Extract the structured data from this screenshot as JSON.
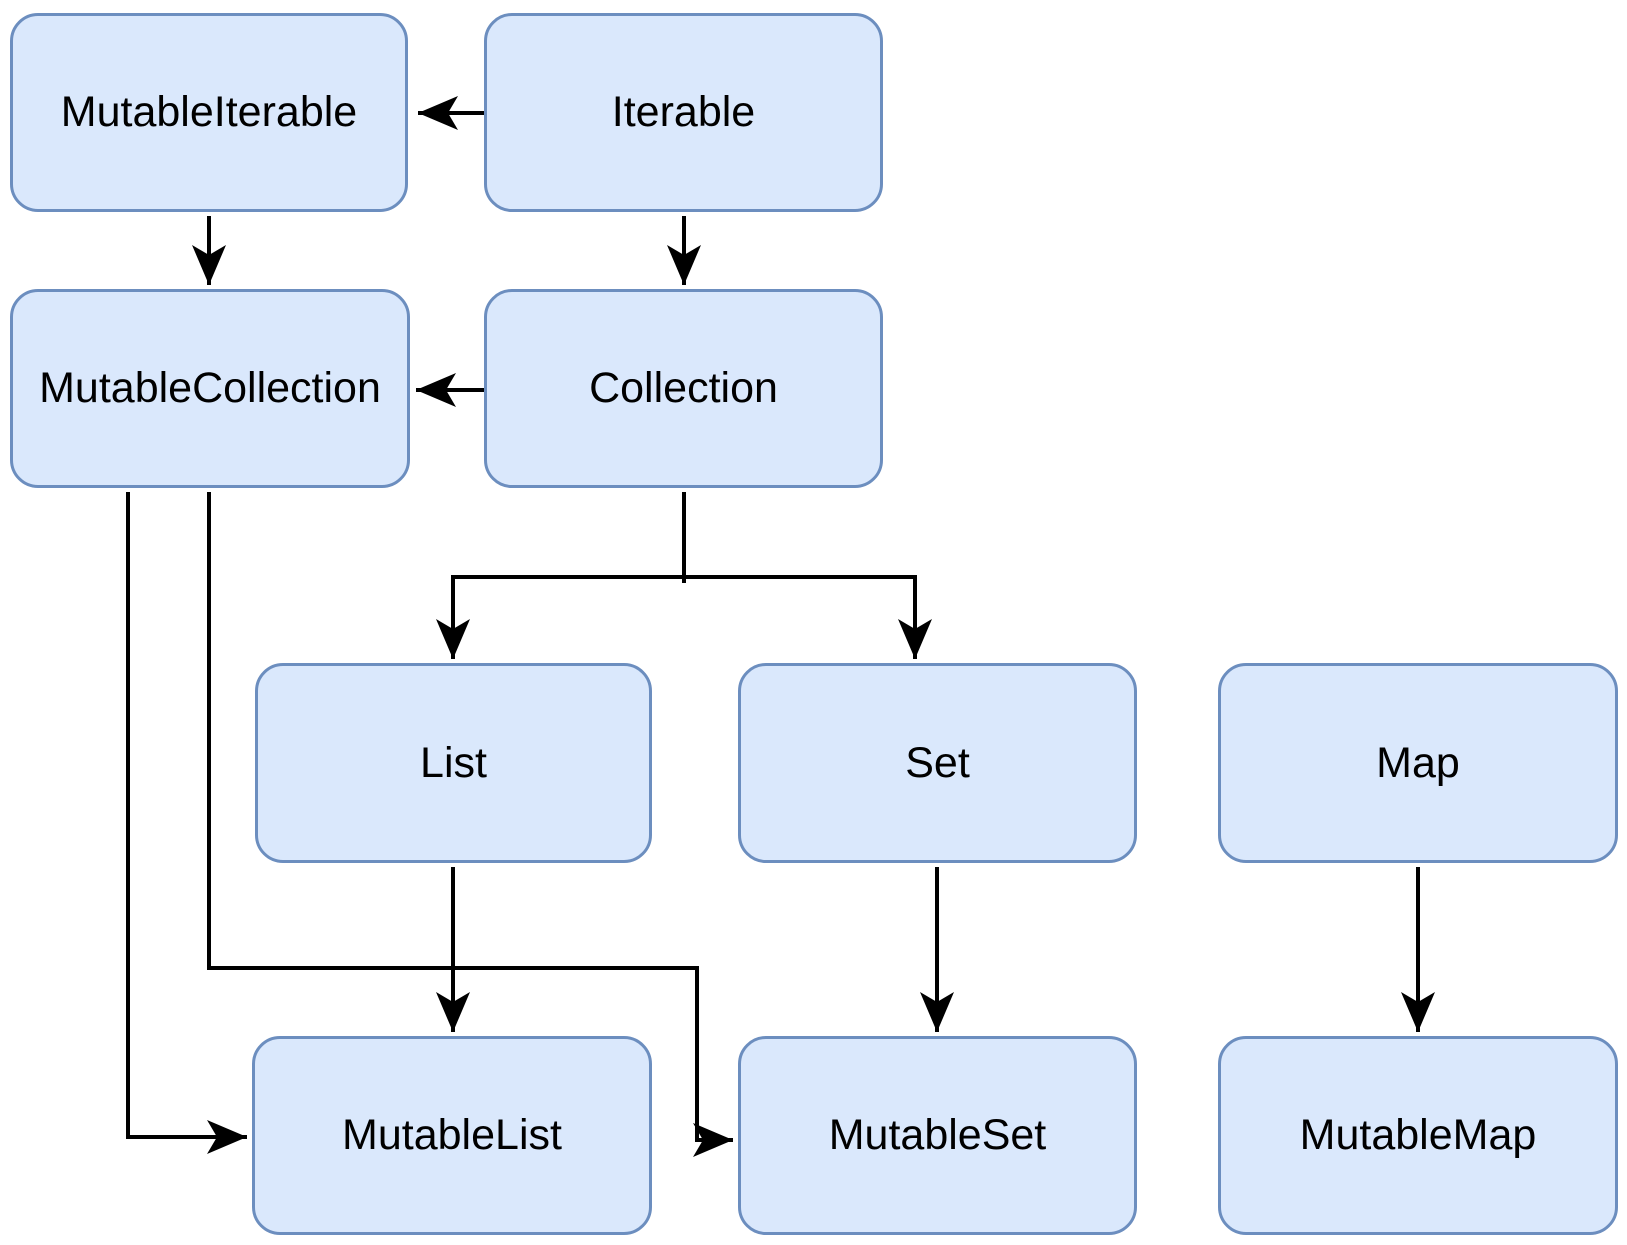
{
  "colors": {
    "background": "#ffffff",
    "node_fill": "#dae8fc",
    "node_border": "#6c8ebf",
    "edge": "#000000",
    "text": "#000000"
  },
  "nodes": {
    "mutable_iterable": {
      "label": "MutableIterable"
    },
    "iterable": {
      "label": "Iterable"
    },
    "mutable_collection": {
      "label": "MutableCollection"
    },
    "collection": {
      "label": "Collection"
    },
    "list": {
      "label": "List"
    },
    "set": {
      "label": "Set"
    },
    "map": {
      "label": "Map"
    },
    "mutable_list": {
      "label": "MutableList"
    },
    "mutable_set": {
      "label": "MutableSet"
    },
    "mutable_map": {
      "label": "MutableMap"
    }
  },
  "edges": [
    {
      "from": "Iterable",
      "to": "MutableIterable",
      "arrow": "left"
    },
    {
      "from": "MutableIterable",
      "to": "MutableCollection",
      "arrow": "down"
    },
    {
      "from": "Iterable",
      "to": "Collection",
      "arrow": "down"
    },
    {
      "from": "Collection",
      "to": "MutableCollection",
      "arrow": "left"
    },
    {
      "from": "Collection",
      "to": "List",
      "arrow": "down"
    },
    {
      "from": "Collection",
      "to": "Set",
      "arrow": "down"
    },
    {
      "from": "List",
      "to": "MutableList",
      "arrow": "down"
    },
    {
      "from": "Set",
      "to": "MutableSet",
      "arrow": "down"
    },
    {
      "from": "Map",
      "to": "MutableMap",
      "arrow": "down"
    },
    {
      "from": "MutableCollection",
      "to": "MutableList",
      "arrow": "right"
    },
    {
      "from": "MutableCollection",
      "to": "MutableSet",
      "arrow": "right"
    }
  ]
}
